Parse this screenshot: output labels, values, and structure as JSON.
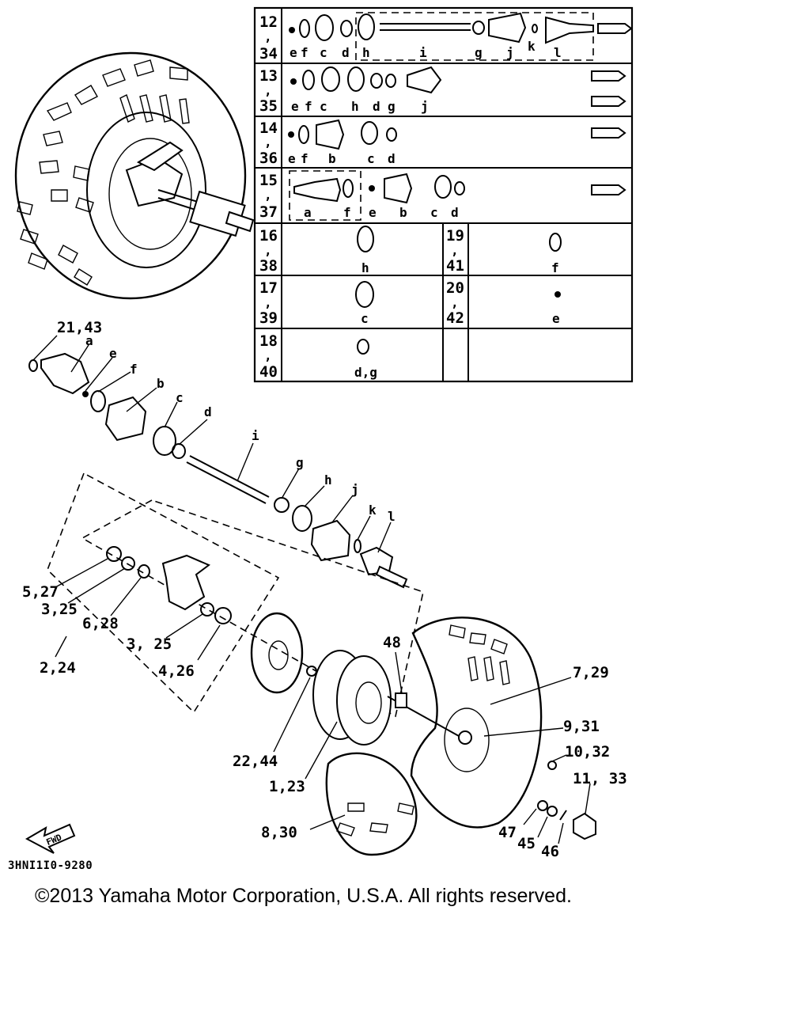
{
  "table": {
    "rows": [
      {
        "numbers": [
          "12",
          ",",
          "34"
        ],
        "labels": [
          "e",
          "f",
          "c",
          "d",
          "h",
          "i",
          "g",
          "j",
          "k",
          "l"
        ]
      },
      {
        "numbers": [
          "13",
          ",",
          "35"
        ],
        "labels": [
          "e",
          "f",
          "c",
          "h",
          "d",
          "g",
          "j"
        ]
      },
      {
        "numbers": [
          "14",
          ",",
          "36"
        ],
        "labels": [
          "e",
          "f",
          "b",
          "c",
          "d"
        ]
      },
      {
        "numbers": [
          "15",
          ",",
          "37"
        ],
        "labels": [
          "a",
          "f",
          "e",
          "b",
          "c",
          "d"
        ]
      },
      {
        "numbers": [
          "16",
          ",",
          "38"
        ],
        "labels": [
          "h"
        ],
        "right_numbers": [
          "19",
          ",",
          "41"
        ],
        "right_labels": [
          "f"
        ]
      },
      {
        "numbers": [
          "17",
          ",",
          "39"
        ],
        "labels": [
          "c"
        ],
        "right_numbers": [
          "20",
          ",",
          "42"
        ],
        "right_labels": [
          "e"
        ]
      },
      {
        "numbers": [
          "18",
          ",",
          "40"
        ],
        "labels": [
          "d,g"
        ]
      }
    ]
  },
  "callouts": {
    "c21_43": "21,43",
    "a": "a",
    "e": "e",
    "f": "f",
    "b": "b",
    "c": "c",
    "d": "d",
    "i": "i",
    "g": "g",
    "h": "h",
    "j": "j",
    "k": "k",
    "l": "l",
    "c5_27": "5,27",
    "c3_25a": "3,25",
    "c6_28": "6,28",
    "c3_25b": "3, 25",
    "c4_26": "4,26",
    "c2_24": "2,24",
    "c48": "48",
    "c7_29": "7,29",
    "c9_31": "9,31",
    "c10_32": "10,32",
    "c11_33": "11, 33",
    "c22_44": "22,44",
    "c1_23": "1,23",
    "c8_30": "8,30",
    "c47": "47",
    "c45": "45",
    "c46": "46"
  },
  "fwd": "FWD",
  "diagram_code": "3HNI1I0-9280",
  "copyright": "©2013 Yamaha Motor Corporation, U.S.A. All rights reserved."
}
